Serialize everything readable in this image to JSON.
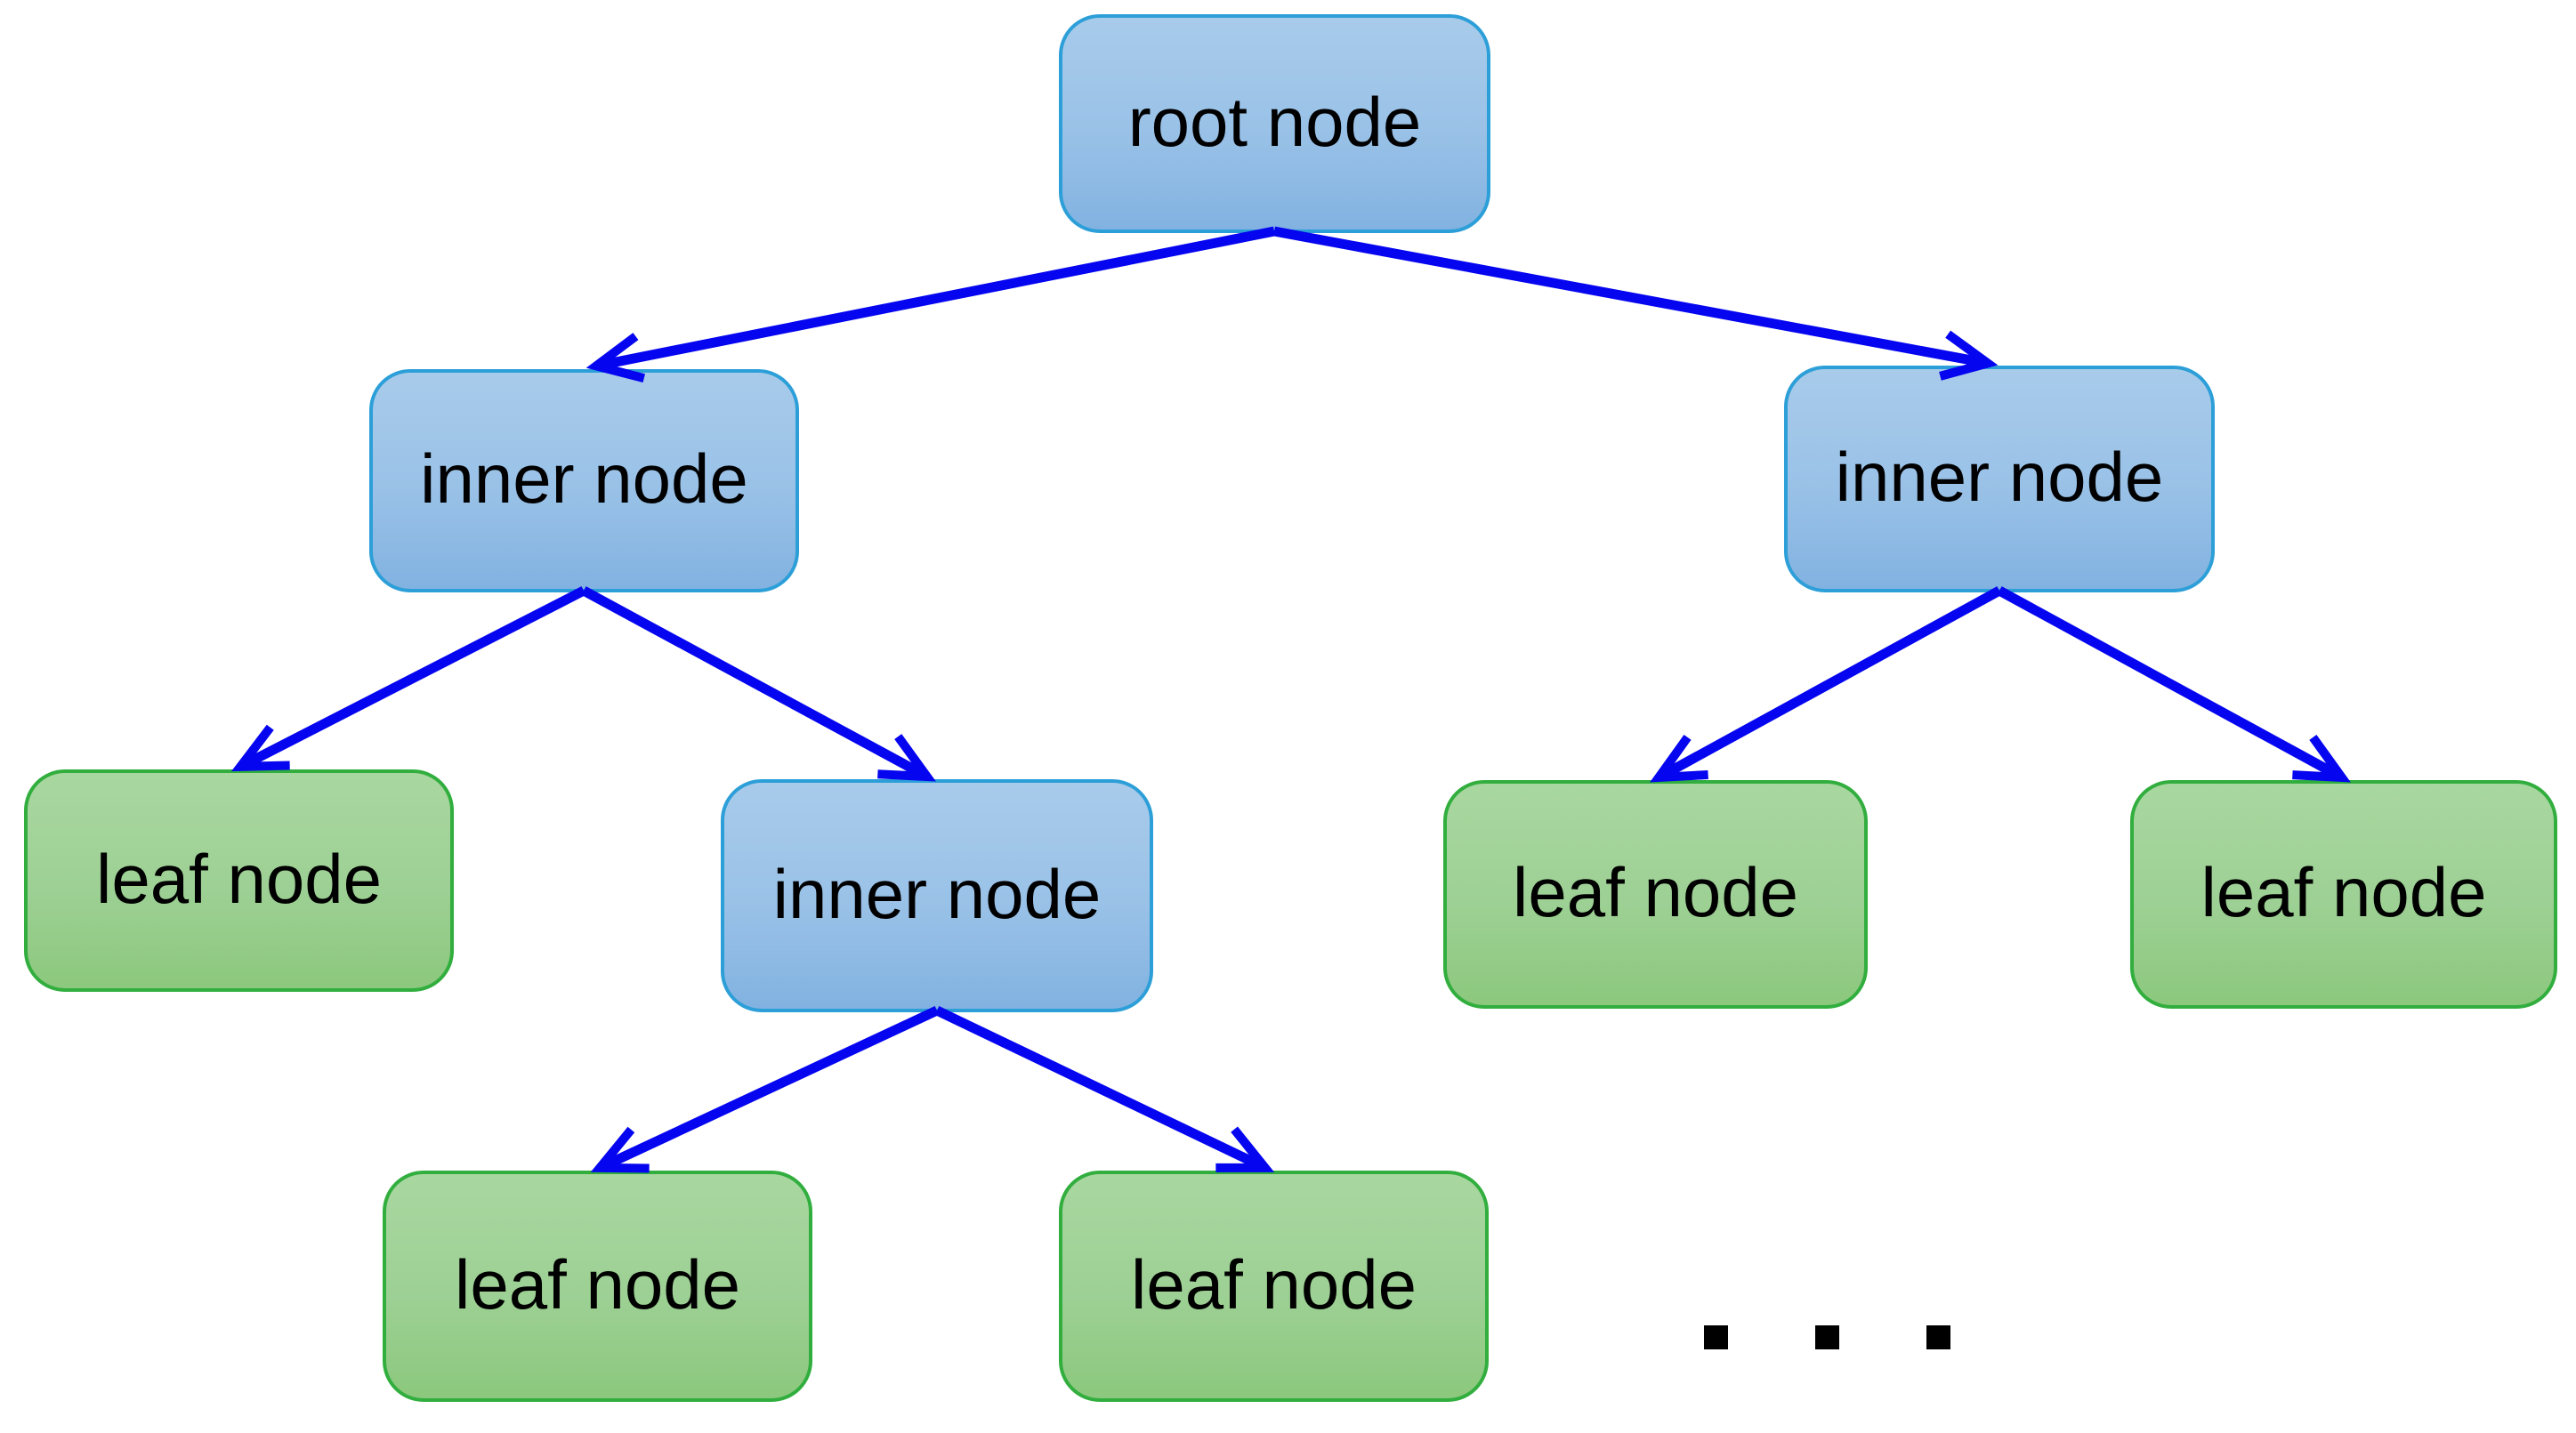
{
  "diagram": {
    "type": "tree",
    "nodes": [
      {
        "id": "root",
        "label": "root node",
        "kind": "root",
        "color": "blue"
      },
      {
        "id": "inner-left",
        "label": "inner node",
        "kind": "inner",
        "color": "blue"
      },
      {
        "id": "inner-right",
        "label": "inner node",
        "kind": "inner",
        "color": "blue"
      },
      {
        "id": "leaf-far-left",
        "label": "leaf node",
        "kind": "leaf",
        "color": "green"
      },
      {
        "id": "inner-mid",
        "label": "inner node",
        "kind": "inner",
        "color": "blue"
      },
      {
        "id": "leaf-mid-right",
        "label": "leaf node",
        "kind": "leaf",
        "color": "green"
      },
      {
        "id": "leaf-far-right",
        "label": "leaf node",
        "kind": "leaf",
        "color": "green"
      },
      {
        "id": "leaf-bottom-left",
        "label": "leaf node",
        "kind": "leaf",
        "color": "green"
      },
      {
        "id": "leaf-bottom-mid",
        "label": "leaf node",
        "kind": "leaf",
        "color": "green"
      }
    ],
    "edges": [
      {
        "from": "root",
        "to": "inner-left"
      },
      {
        "from": "root",
        "to": "inner-right"
      },
      {
        "from": "inner-left",
        "to": "leaf-far-left"
      },
      {
        "from": "inner-left",
        "to": "inner-mid"
      },
      {
        "from": "inner-right",
        "to": "leaf-mid-right"
      },
      {
        "from": "inner-right",
        "to": "leaf-far-right"
      },
      {
        "from": "inner-mid",
        "to": "leaf-bottom-left"
      },
      {
        "from": "inner-mid",
        "to": "leaf-bottom-mid"
      }
    ],
    "ellipsis": ". . .",
    "colors": {
      "arrow": "#0505f0",
      "inner_fill_top": "#a8cbea",
      "inner_fill_bottom": "#82b2e1",
      "inner_border": "#2d9fd8",
      "leaf_fill_top": "#a9d7a0",
      "leaf_fill_bottom": "#8cc87d",
      "leaf_border": "#31ae3e",
      "text": "#000000",
      "background": "#ffffff"
    }
  }
}
